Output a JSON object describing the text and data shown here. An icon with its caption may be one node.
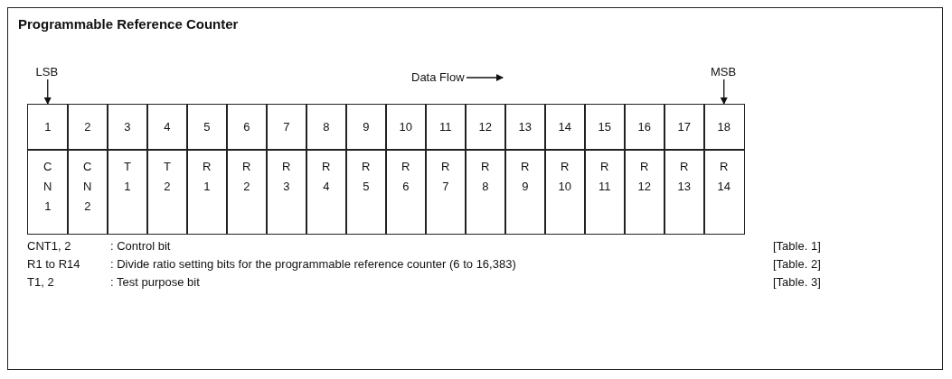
{
  "diagram": {
    "title": "Programmable Reference Counter",
    "nodes": [
      {
        "text": [
          "LSB"
        ]
      },
      {
        "text": [
          "MSB"
        ]
      },
      {
        "text": [
          "1"
        ]
      },
      {
        "text": [
          "2"
        ]
      },
      {
        "text": [
          "3"
        ]
      },
      {
        "text": [
          "4"
        ]
      },
      {
        "text": [
          "5"
        ]
      },
      {
        "text": [
          "6"
        ]
      },
      {
        "text": [
          "7"
        ]
      },
      {
        "text": [
          "8"
        ]
      },
      {
        "text": [
          "9"
        ]
      },
      {
        "text": [
          "10"
        ]
      },
      {
        "text": [
          "11"
        ]
      },
      {
        "text": [
          "12"
        ]
      },
      {
        "text": [
          "13"
        ]
      },
      {
        "text": [
          "14"
        ]
      },
      {
        "text": [
          "15"
        ]
      },
      {
        "text": [
          "16"
        ]
      },
      {
        "text": [
          "17"
        ]
      },
      {
        "text": [
          "18"
        ]
      },
      {
        "text": [
          "C N 1"
        ]
      },
      {
        "text": [
          "C N 2"
        ]
      },
      {
        "text": [
          "T 1"
        ]
      },
      {
        "text": [
          "T 2"
        ]
      },
      {
        "text": [
          "R 1"
        ]
      },
      {
        "text": [
          "R 2"
        ]
      },
      {
        "text": [
          "R 3"
        ]
      },
      {
        "text": [
          "R 4"
        ]
      },
      {
        "text": [
          "R 5"
        ]
      },
      {
        "text": [
          "R 6"
        ]
      },
      {
        "text": [
          "R 7"
        ]
      },
      {
        "text": [
          "R 8"
        ]
      },
      {
        "text": [
          "R 9"
        ]
      },
      {
        "text": [
          "R 10"
        ]
      },
      {
        "text": [
          "R 11"
        ]
      },
      {
        "text": [
          "R 12"
        ]
      },
      {
        "text": [
          "R 13"
        ]
      },
      {
        "text": [
          "R 14"
        ]
      }
    ],
    "edges": [
      {
        "from": 0,
        "to": 2,
        "arrow": "to"
      },
      {
        "from": 1,
        "to": 19,
        "arrow": "to"
      }
    ],
    "labels": [
      "Data Flow",
      "CNT1, 2",
      ": Control bit",
      "[Table. 1]",
      "R1 to R14",
      ": Divide ratio setting bits for the programmable reference counter (6 to 16,383)",
      "[Table. 2]",
      "T1, 2",
      ": Test purpose bit",
      "[Table. 3]"
    ]
  }
}
